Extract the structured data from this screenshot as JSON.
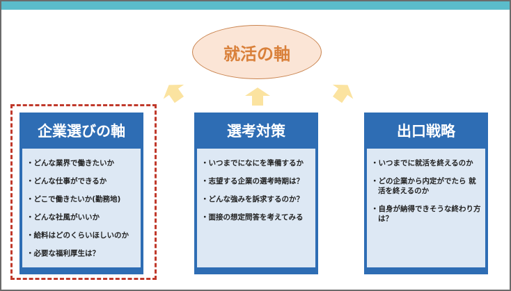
{
  "center": {
    "title": "就活の軸"
  },
  "cards": [
    {
      "title": "企業選びの軸",
      "items": [
        "・どんな業界で働きたいか",
        "・どんな仕事ができるか",
        "・どこで働きたいか(勤務地)",
        "・どんな社風がいいか",
        "・給料はどのくらいほしいのか",
        "・必要な福利厚生は？"
      ]
    },
    {
      "title": "選考対策",
      "items": [
        "・いつまでになにを準備するか",
        "・志望する企業の選考時期は？",
        "・どんな強みを訴求するのか？",
        "・面接の想定問答を考えてみる"
      ]
    },
    {
      "title": "出口戦略",
      "items": [
        "・いつまでに就活を終えるのか",
        "・どの企業から内定がでたら 就活を終えるのか",
        "・自身が納得できそうな終わり方は？"
      ]
    }
  ],
  "colors": {
    "accent": "#2e6db4",
    "band": "#5bbccb",
    "arrow": "#fbe3a0",
    "highlight": "#c0392b"
  }
}
